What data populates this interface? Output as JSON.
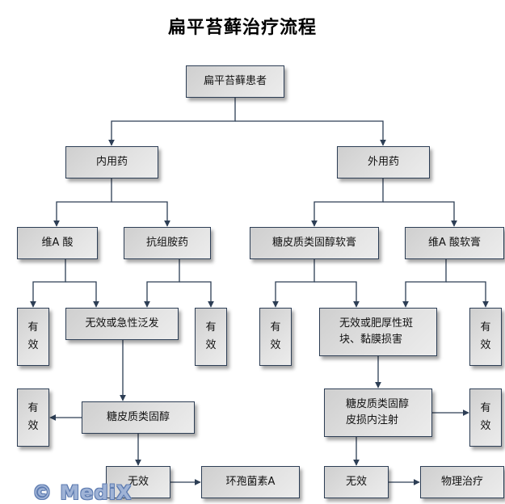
{
  "title": "扁平苔藓治疗流程",
  "nodes": {
    "root": "扁平苔藓患者",
    "internal": "内用药",
    "external": "外用药",
    "retinoic_acid": "维A 酸",
    "antihistamine": "抗组胺药",
    "steroid_ointment": "糖皮质类固醇软膏",
    "retinoic_ointment": "维A 酸软膏",
    "effective_l1": "有效",
    "ineffective_acute": "无效或急性泛发",
    "effective_l2": "有效",
    "effective_r1": "有效",
    "ineffective_hypertrophic": "无效或肥厚性斑块、黏膜损害",
    "effective_r2": "有效",
    "effective_l3": "有效",
    "systemic_steroid": "糖皮质类固醇",
    "intralesional_steroid": "糖皮质类固醇皮损内注射",
    "effective_r3": "有效",
    "ineffective_l": "无效",
    "cyclosporine": "环孢菌素A",
    "ineffective_r": "无效",
    "physical_therapy": "物理治疗"
  },
  "watermark": "© MediX",
  "colors": {
    "line": "#2d3e55",
    "box_fill_start": "#cfcfcf",
    "box_fill_end": "#ececec",
    "watermark": "#9fb3d6"
  }
}
